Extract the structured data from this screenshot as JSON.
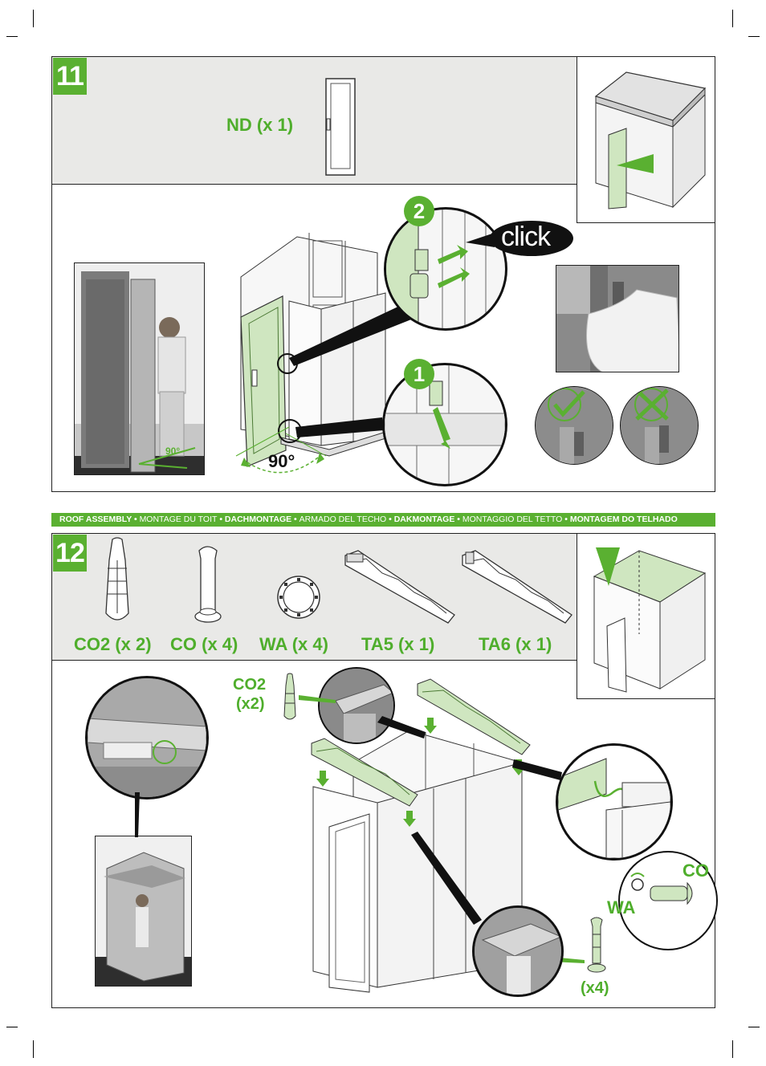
{
  "colors": {
    "accent": "#5ab031",
    "parts_bg": "#e9e9e7",
    "part_fill": "#cfe6c0"
  },
  "step11": {
    "number": "11",
    "part_label": "ND (x 1)",
    "callout_1": "1",
    "callout_2": "2",
    "click_text": "click",
    "angle_label": "90°",
    "photo_angle_label": "90°"
  },
  "banner": {
    "items": [
      {
        "text": "ROOF ASSEMBLY",
        "bold": true
      },
      {
        "text": "MONTAGE DU TOIT",
        "bold": false
      },
      {
        "text": "DACHMONTAGE",
        "bold": true
      },
      {
        "text": "ARMADO DEL TECHO",
        "bold": false
      },
      {
        "text": "DAKMONTAGE",
        "bold": true
      },
      {
        "text": "MONTAGGIO DEL TETTO",
        "bold": false
      },
      {
        "text": "MONTAGEM DO TELHADO",
        "bold": true
      }
    ],
    "separator": " • "
  },
  "step12": {
    "number": "12",
    "parts": [
      "CO2 (x 2)",
      "CO (x 4)",
      "WA (x 4)",
      "TA5 (x 1)",
      "TA6 (x 1)"
    ],
    "co2_line1": "CO2",
    "co2_line2": "(x2)",
    "co_label": "CO",
    "wa_label": "WA",
    "x4_label": "(x4)"
  }
}
